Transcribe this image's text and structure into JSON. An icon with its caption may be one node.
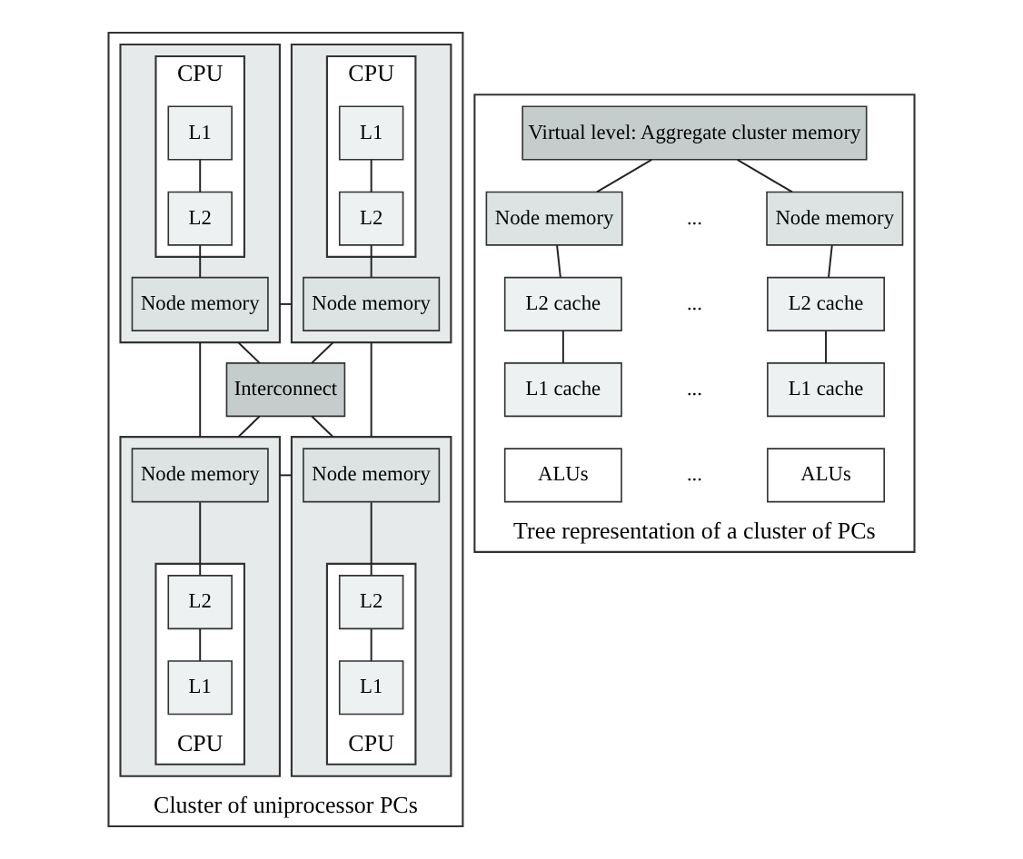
{
  "diagram": {
    "nodes": [
      {
        "text": [
          "Cluster of uniprocessor PCs"
        ]
      },
      {
        "text": [],
        "shape": "box",
        "in": 0
      },
      {
        "text": [
          "CPU"
        ],
        "in": 1
      },
      {
        "text": [
          "L1"
        ],
        "in": 2
      },
      {
        "text": [
          "L2"
        ],
        "in": 2
      },
      {
        "text": [
          "Node memory"
        ],
        "in": 1
      },
      {
        "text": [],
        "shape": "box",
        "in": 0
      },
      {
        "text": [
          "CPU"
        ],
        "in": 6
      },
      {
        "text": [
          "L1"
        ],
        "in": 7
      },
      {
        "text": [
          "L2"
        ],
        "in": 7
      },
      {
        "text": [
          "Node memory"
        ],
        "in": 6
      },
      {
        "text": [
          "Interconnect"
        ],
        "in": 0
      },
      {
        "text": [],
        "shape": "box",
        "in": 0
      },
      {
        "text": [
          "Node memory"
        ],
        "in": 12
      },
      {
        "text": [
          "CPU"
        ],
        "in": 12
      },
      {
        "text": [
          "L2"
        ],
        "in": 14
      },
      {
        "text": [
          "L1"
        ],
        "in": 14
      },
      {
        "text": [],
        "shape": "box",
        "in": 0
      },
      {
        "text": [
          "Node memory"
        ],
        "in": 17
      },
      {
        "text": [
          "CPU"
        ],
        "in": 17
      },
      {
        "text": [
          "L2"
        ],
        "in": 19
      },
      {
        "text": [
          "L1"
        ],
        "in": 19
      },
      {
        "text": [
          "Tree representation of a cluster of PCs"
        ]
      },
      {
        "text": [
          "Virtual level: Aggregate cluster memory"
        ],
        "in": 22
      },
      {
        "text": [
          "Node memory"
        ],
        "in": 22
      },
      {
        "text": [
          "Node memory"
        ],
        "in": 22
      },
      {
        "text": [
          "L2 cache"
        ],
        "in": 22
      },
      {
        "text": [
          "L2 cache"
        ],
        "in": 22
      },
      {
        "text": [
          "L1 cache"
        ],
        "in": 22
      },
      {
        "text": [
          "L1 cache"
        ],
        "in": 22
      },
      {
        "text": [
          "ALUs"
        ],
        "in": 22
      },
      {
        "text": [
          "ALUs"
        ],
        "in": 22
      }
    ],
    "edges": [
      {
        "from": 3,
        "to": 4,
        "arrow": "none"
      },
      {
        "from": 4,
        "to": 5,
        "arrow": "none"
      },
      {
        "from": 8,
        "to": 9,
        "arrow": "none"
      },
      {
        "from": 9,
        "to": 10,
        "arrow": "none"
      },
      {
        "from": 1,
        "to": 6,
        "arrow": "none"
      },
      {
        "from": 1,
        "to": 11,
        "arrow": "none"
      },
      {
        "from": 6,
        "to": 11,
        "arrow": "none"
      },
      {
        "from": 1,
        "to": 12,
        "arrow": "none"
      },
      {
        "from": 6,
        "to": 17,
        "arrow": "none"
      },
      {
        "from": 11,
        "to": 12,
        "arrow": "none"
      },
      {
        "from": 11,
        "to": 17,
        "arrow": "none"
      },
      {
        "from": 12,
        "to": 17,
        "arrow": "none"
      },
      {
        "from": 13,
        "to": 15,
        "arrow": "none"
      },
      {
        "from": 15,
        "to": 16,
        "arrow": "none"
      },
      {
        "from": 18,
        "to": 20,
        "arrow": "none"
      },
      {
        "from": 20,
        "to": 21,
        "arrow": "none"
      },
      {
        "from": 23,
        "to": 24,
        "arrow": "none"
      },
      {
        "from": 23,
        "to": 25,
        "arrow": "none"
      },
      {
        "from": 24,
        "to": 26,
        "arrow": "none"
      },
      {
        "from": 25,
        "to": 27,
        "arrow": "none"
      },
      {
        "from": 26,
        "to": 28,
        "arrow": "none"
      },
      {
        "from": 27,
        "to": 29,
        "arrow": "none"
      }
    ],
    "labels": [
      "...",
      "...",
      "...",
      "..."
    ]
  }
}
